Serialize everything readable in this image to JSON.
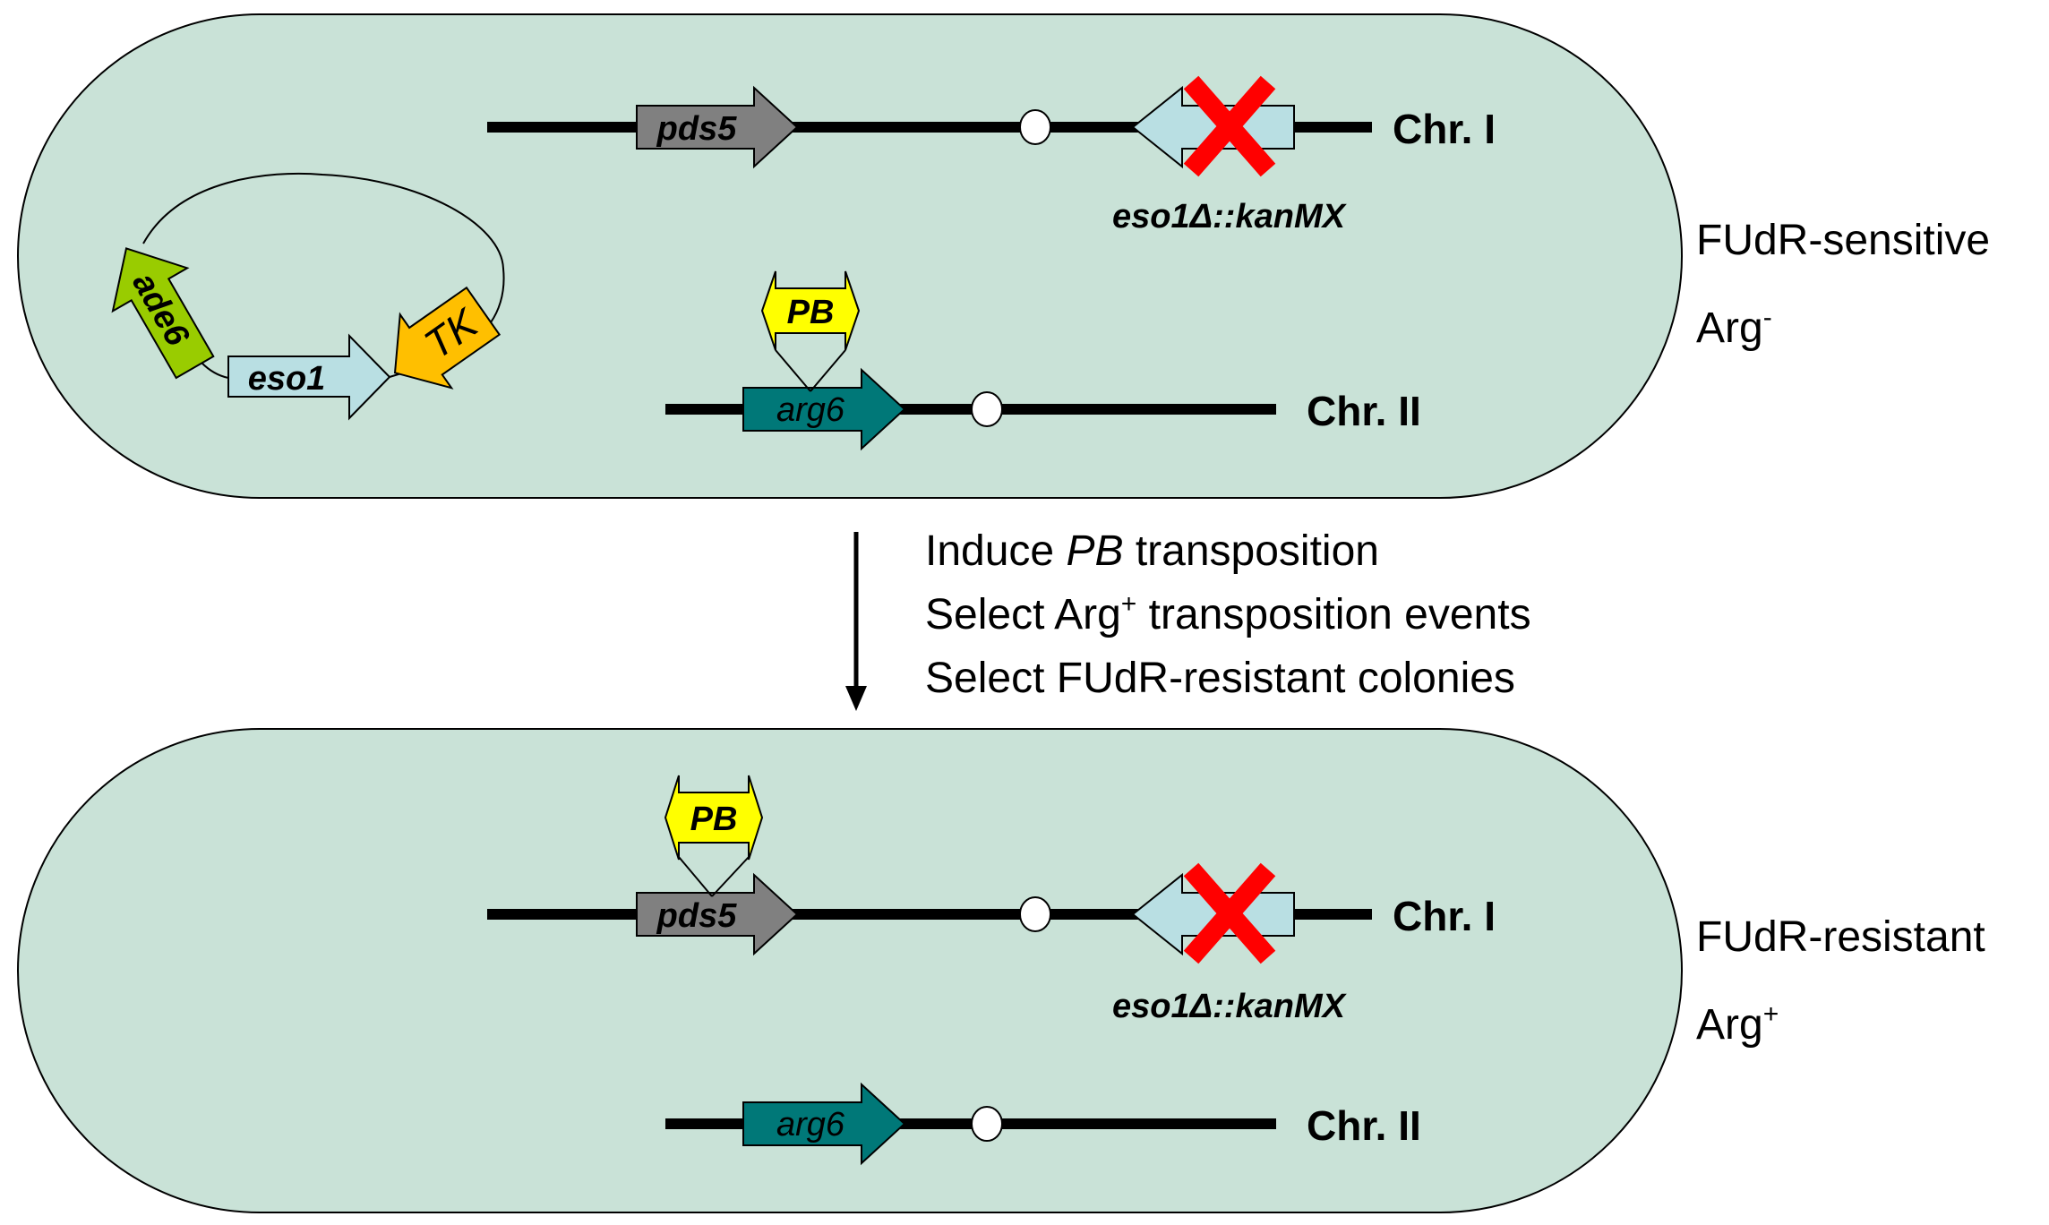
{
  "colors": {
    "cell_fill": "#c9e2d7",
    "pds5": "#808080",
    "eso1": "#b9dfe3",
    "arg6": "#007878",
    "ade6": "#99cc00",
    "tk": "#ffbf00",
    "pb": "#ffff00",
    "cross": "#ff0000"
  },
  "top_cell": {
    "chr1_label": "Chr. I",
    "chr2_label": "Chr. II",
    "pds5_label": "pds5",
    "eso1_deletion_label": "eso1Δ::kanMX",
    "arg6_label": "arg6",
    "pb_label": "PB",
    "plasmid": {
      "ade6_label": "ade6",
      "eso1_label": "eso1",
      "tk_label": "TK"
    },
    "phenotype_1": "FUdR-sensitive",
    "phenotype_2_base": "Arg",
    "phenotype_2_sup": "-"
  },
  "steps": {
    "line1_pre": "Induce ",
    "line1_italic": "PB",
    "line1_post": " transposition",
    "line2_pre": "Select Arg",
    "line2_sup": "+",
    "line2_post": " transposition events",
    "line3": "Select FUdR-resistant colonies"
  },
  "bottom_cell": {
    "chr1_label": "Chr. I",
    "chr2_label": "Chr. II",
    "pds5_label": "pds5",
    "eso1_deletion_label": "eso1Δ::kanMX",
    "arg6_label": "arg6",
    "pb_label": "PB",
    "phenotype_1": "FUdR-resistant",
    "phenotype_2_base": "Arg",
    "phenotype_2_sup": "+"
  }
}
